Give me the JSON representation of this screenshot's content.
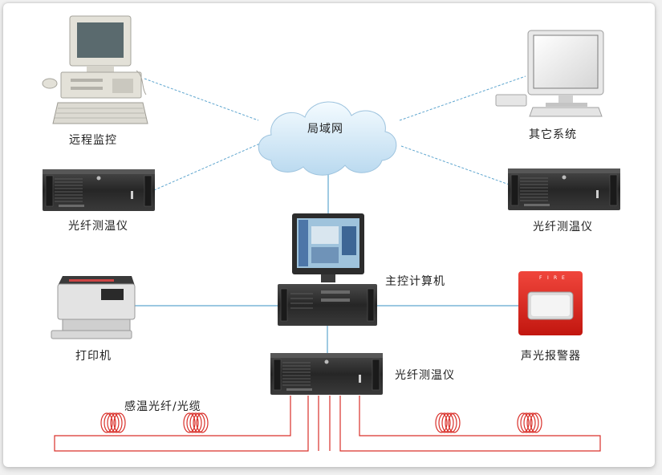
{
  "nodes": {
    "cloud": "局域网",
    "remote": "远程监控",
    "other": "其它系统",
    "left_sensor": "光纤测温仪",
    "right_sensor": "光纤测温仪",
    "main_computer": "主控计算机",
    "printer": "打印机",
    "alarm": "声光报警器",
    "center_sensor": "光纤测温仪",
    "fiber_cable": "感温光纤/光缆"
  },
  "colors": {
    "network_link": "#5fa6cf",
    "fiber_line": "#d9302a",
    "cloud": "#cfe6f7",
    "alarm": "#e0241b",
    "chassis": "#2b2b2b"
  },
  "icons": [
    "computer-icon",
    "monitor-icon",
    "rack-unit-icon",
    "printer-icon",
    "alarm-icon",
    "cloud-icon",
    "fiber-coil-icon"
  ]
}
